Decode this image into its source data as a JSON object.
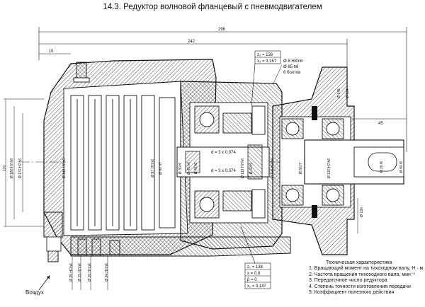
{
  "title": "14.3. Редуктор волновой фланцевый с пневмодвигателем",
  "dimensions": {
    "overall_length": "296",
    "body_length": "242",
    "length_10": "10",
    "flange_dia": "Ø 85 h6",
    "bolt_dia": "Ø 8 H8/n6",
    "bolt_count": "6 болтов",
    "shaft_dia_left": "Ø 145",
    "shaft_dia_right": "Ø 134",
    "length_45": "45",
    "key_dia_a": "Ø 20 f6",
    "key_dia_b": "Ø 40 f6",
    "height_170": "170",
    "dia_130": "Ø 130",
    "left_dia_1": "Ø 180 H7/h6",
    "left_dia_2": "Ø 170 H7/h6",
    "rotor_dia_1": "Ø 110 H7/p6",
    "rotor_dia_2": "Ø 97 H7/h6",
    "rotor_dia_3": "Ø 42 h7",
    "gen_dia_1": "Ø 30 f6",
    "gen_dia_2": "Ø 45 h6",
    "gen_dia_3": "Ø 45 f6",
    "wheel_dia_1": "Ø 113 H7/h6",
    "wheel_dia_2": "Ø 40 f6",
    "wheel_dia_3": "Ø 100 H7/h6",
    "wheel_dia_4": "Ø 80 f7",
    "wheel_dia_5": "Ø 120 H7/h6",
    "gear_d1": "d = 3 x 0,074",
    "gear_d2": "d = 3 x 0,074",
    "bottom_dia_1": "Ø 35 H7/h6",
    "bottom_dia_2": "Ø 15 H7/h6",
    "bottom_dia_3": "Ø 28 H7/p6",
    "bottom_dia_4": "Ø 24 H7/h6"
  },
  "gear_table_top": {
    "z2": "z₂ = 136",
    "x2": "x₂ = 3,167"
  },
  "gear_table_bottom": {
    "z1": "z₁ = 138",
    "x": "x = 0,8",
    "beta": "β = 0",
    "x1": "x₁ = 3,147"
  },
  "specs": {
    "heading": "Техническая характеристика",
    "items": [
      "1. Вращающий момент на тихоходном валу, Н · м",
      "2. Частота вращения тихоходного вала, мин⁻¹",
      "3. Передаточное число редуктора",
      "4. Степень точности изготовления передачи",
      "5. Коэффициент полезного действия"
    ]
  },
  "air_label": "Воздух"
}
